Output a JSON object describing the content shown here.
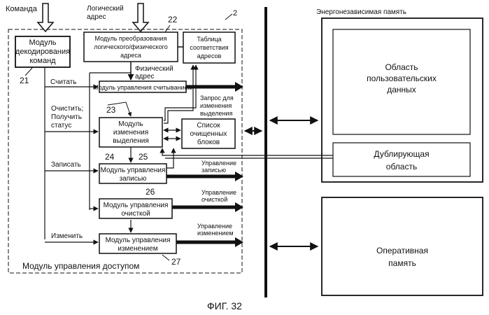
{
  "inputs": {
    "command": "Команда",
    "logical_address": [
      "Логический",
      "адрес"
    ]
  },
  "refs": {
    "r2": "2",
    "r21": "21",
    "r22": "22",
    "r23": "23",
    "r24": "24",
    "r25": "25",
    "r26": "26",
    "r27": "27"
  },
  "blocks": {
    "decoder": [
      "Модуль",
      "декодирования",
      "команд"
    ],
    "translator": [
      "Модуль преобразования",
      "логического/физического",
      "адреса"
    ],
    "table": [
      "Таблица",
      "соответствия",
      "адресов"
    ],
    "read_ctrl": "Модуль управления считыванием",
    "alloc": [
      "Модуль",
      "изменения",
      "выделения"
    ],
    "erased_list": [
      "Список",
      "очищенных",
      "блоков"
    ],
    "write_ctrl": [
      "Модуль управления",
      "записью"
    ],
    "erase_ctrl": [
      "Модуль управления",
      "очисткой"
    ],
    "modify_ctrl": [
      "Модуль управления",
      "изменением"
    ],
    "access_ctrl": "Модуль управления доступом"
  },
  "signals": {
    "read": "Считать",
    "erase_status": [
      "Очистить;",
      "Получить",
      "статус"
    ],
    "write": "Записать",
    "modify": "Изменить",
    "phys_addr": [
      "Физический",
      "адрес"
    ],
    "alloc_request": [
      "Запрос для",
      "изменения",
      "выделения"
    ],
    "write_mgmt": [
      "Управление",
      "записью"
    ],
    "erase_mgmt": [
      "Управление",
      "очисткой"
    ],
    "modify_mgmt": [
      "Управление",
      "изменением"
    ]
  },
  "memory": {
    "nv_title": "Энергонезависимая память",
    "user_area": [
      "Область",
      "пользовательских",
      "данных"
    ],
    "dup_area": [
      "Дублирующая",
      "область"
    ],
    "ram": [
      "Оперативная",
      "память"
    ]
  },
  "caption": "ФИГ. 32"
}
